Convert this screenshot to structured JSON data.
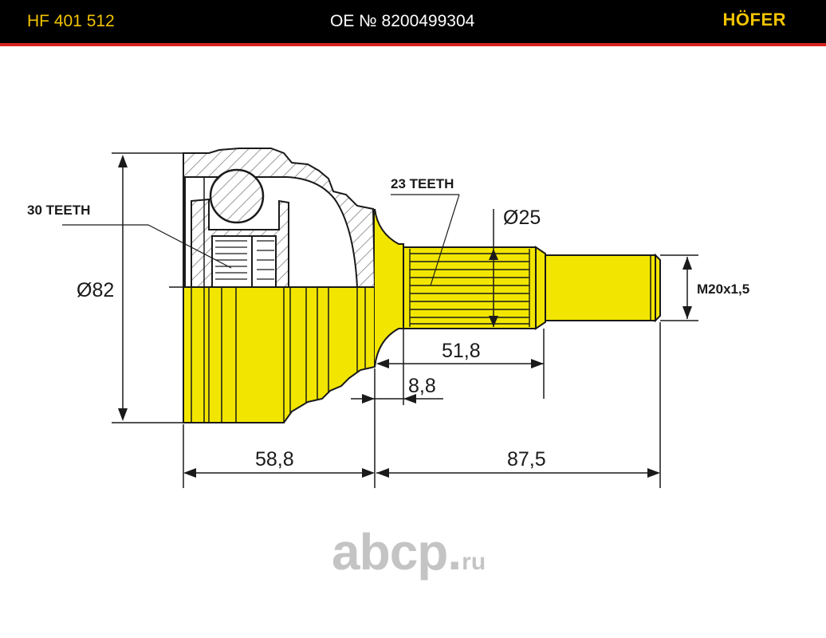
{
  "header": {
    "part_number": "HF 401 512",
    "oe_number": "OE № 8200499304",
    "brand": "HÖFER"
  },
  "colors": {
    "header_bg": "#000000",
    "header_accent": "#d8231f",
    "part_number_color": "#f2c400",
    "metal_fill": "#f2e600",
    "line": "#1a1a1a",
    "hatch": "#9a9a9a"
  },
  "labels": {
    "outer_teeth": "30 TEETH",
    "shaft_teeth": "23 TEETH",
    "thread": "M20x1,5"
  },
  "dimensions": {
    "outer_diameter": "Ø82",
    "shaft_diameter": "Ø25",
    "spline_length": "51,8",
    "shoulder_length": "8,8",
    "body_length": "58,8",
    "shaft_length": "87,5"
  },
  "watermark": {
    "text": "abcp",
    "tld": "ru"
  }
}
